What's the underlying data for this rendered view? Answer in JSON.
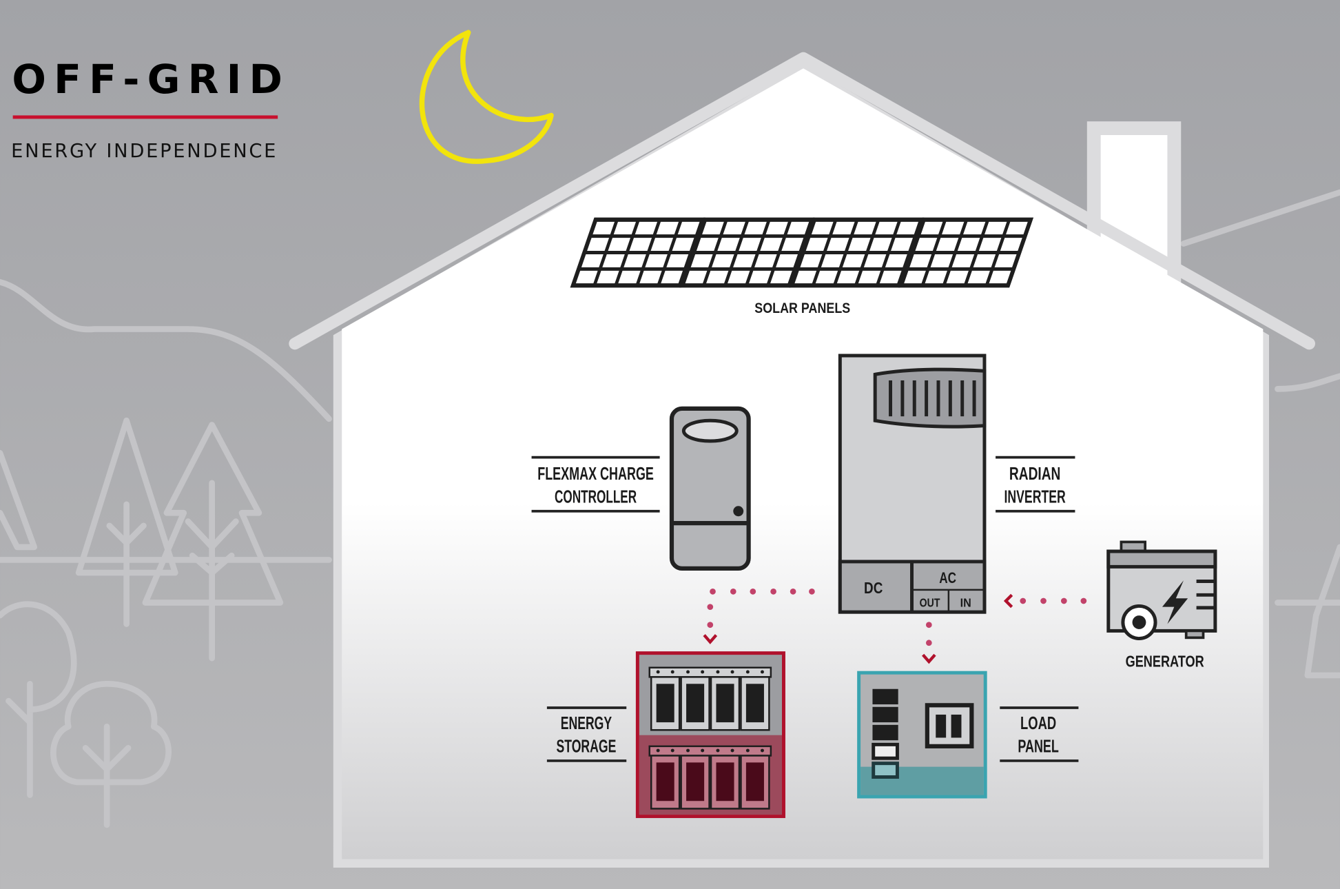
{
  "brand": {
    "title": "OFF-GRID",
    "subtitle": "ENERGY INDEPENDENCE",
    "accent_color": "#c8102e"
  },
  "diagram": {
    "solar_panels": {
      "label": "SOLAR PANELS",
      "count": 4
    },
    "charge_controller": {
      "label_line1": "FLEXMAX CHARGE",
      "label_line2": "CONTROLLER"
    },
    "inverter": {
      "label_line1": "RADIAN",
      "label_line2": "INVERTER",
      "dc": "DC",
      "ac": "AC",
      "out": "OUT",
      "in": "IN"
    },
    "generator": {
      "label": "GENERATOR"
    },
    "energy_storage": {
      "label_line1": "ENERGY",
      "label_line2": "STORAGE",
      "color": "#b0112c"
    },
    "load_panel": {
      "label_line1": "LOAD",
      "label_line2": "PANEL",
      "color": "#3aa4b0"
    },
    "flow_color": "#c2426a",
    "moon_color": "#f2e40c"
  }
}
